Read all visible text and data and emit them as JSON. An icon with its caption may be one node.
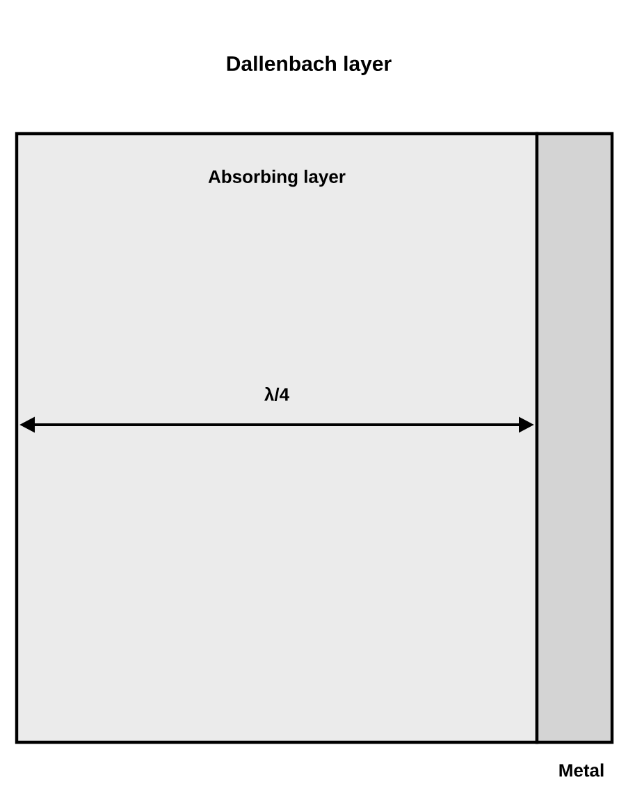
{
  "diagram": {
    "title": "Dallenbach layer",
    "nodes": [
      {
        "text": [
          "Absorbing layer"
        ]
      },
      {
        "text": [
          "Metal"
        ]
      }
    ],
    "labels": [
      "λ/4"
    ]
  }
}
